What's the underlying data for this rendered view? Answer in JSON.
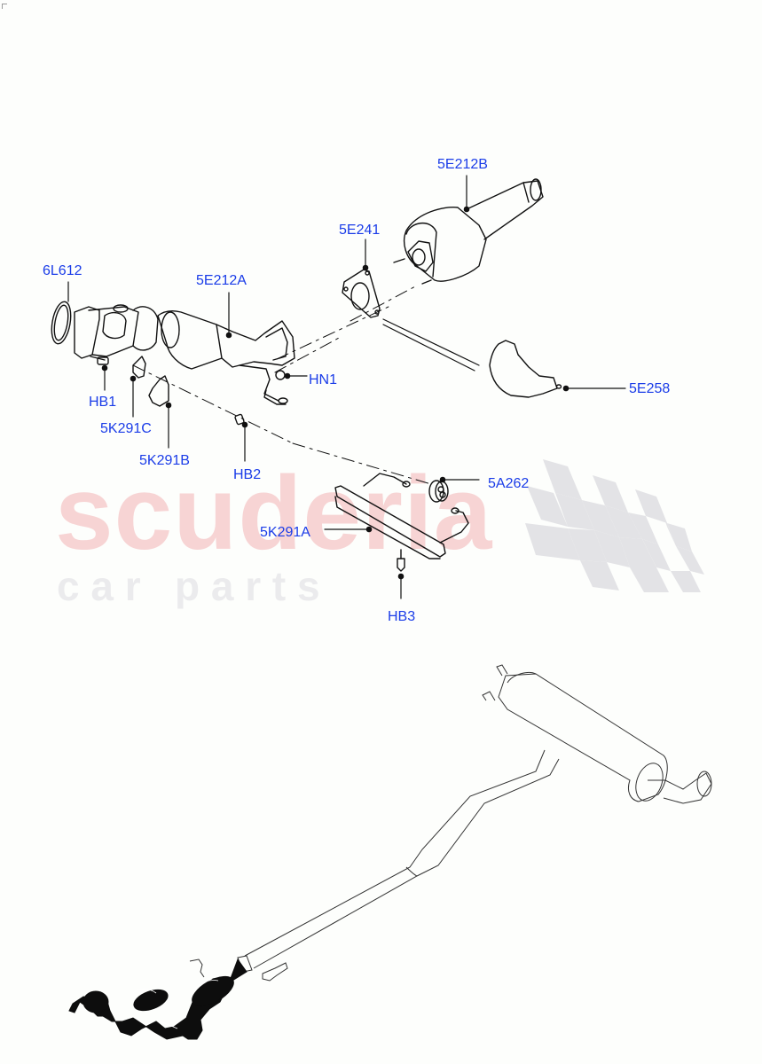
{
  "diagram": {
    "type": "exploded-parts-diagram",
    "subject": "Exhaust system — front catalytic converters, brackets, heat shield, hanger and full exhaust assembly",
    "label_color": "#1a3ce8",
    "line_color": "#111111"
  },
  "watermark": {
    "brand": "scuderia",
    "tagline": "c a r   p a r t s",
    "brand_color": "#f7d4d4",
    "tagline_color": "#ebebed",
    "flag_color": "#e3e3e6"
  },
  "callouts": [
    {
      "id": "6L612",
      "label": "6L612",
      "part": "gasket"
    },
    {
      "id": "5E212A",
      "label": "5E212A",
      "part": "front catalytic converter"
    },
    {
      "id": "5E212B",
      "label": "5E212B",
      "part": "rear catalytic converter / particulate filter"
    },
    {
      "id": "5E241",
      "label": "5E241",
      "part": "flange gasket"
    },
    {
      "id": "5E258",
      "label": "5E258",
      "part": "heat shield"
    },
    {
      "id": "HN1",
      "label": "HN1",
      "part": "nut"
    },
    {
      "id": "HB1",
      "label": "HB1",
      "part": "bolt"
    },
    {
      "id": "5K291C",
      "label": "5K291C",
      "part": "bracket"
    },
    {
      "id": "5K291B",
      "label": "5K291B",
      "part": "bracket"
    },
    {
      "id": "HB2",
      "label": "HB2",
      "part": "bolt"
    },
    {
      "id": "5A262",
      "label": "5A262",
      "part": "rubber hanger insulator"
    },
    {
      "id": "5K291A",
      "label": "5K291A",
      "part": "support bracket"
    },
    {
      "id": "HB3",
      "label": "HB3",
      "part": "bolt"
    }
  ]
}
